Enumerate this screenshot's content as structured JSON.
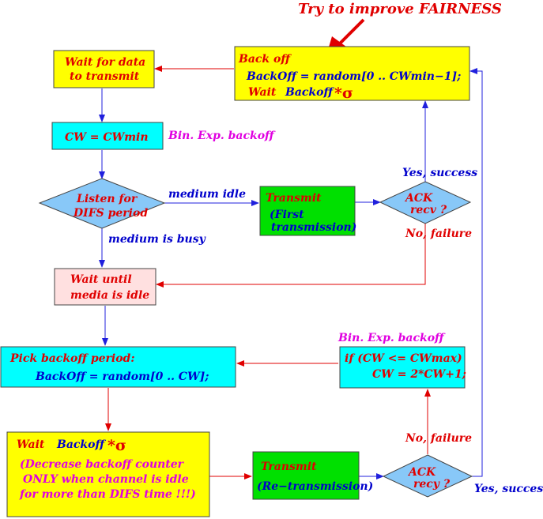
{
  "title": "Try to improve FAIRNESS",
  "nodes": {
    "backoff_top": {
      "line1": "Back off",
      "line2": "BackOff = random[0 .. CWmin−1];",
      "wait": "Wait",
      "backoff": "Backoff",
      "sigma": "*σ"
    },
    "wait_data": {
      "line1": "Wait for data",
      "line2": "to transmit"
    },
    "cw_min": {
      "label": "CW = CWmin"
    },
    "listen": {
      "line1": "Listen for",
      "line2": "DIFS period"
    },
    "transmit_first": {
      "line1": "Transmit",
      "line2": "(First",
      "line3": "transmission)"
    },
    "ack1": {
      "line1": "ACK",
      "line2": "recv ?"
    },
    "wait_idle": {
      "line1": "Wait until",
      "line2": "media is idle"
    },
    "pick_backoff": {
      "line1": "Pick backoff period:",
      "line2": "BackOff = random[0 .. CW];"
    },
    "cw_update": {
      "line1": "if (CW <= CWmax)",
      "line2": "CW = 2*CW+1;"
    },
    "wait_backoff": {
      "wait": "Wait",
      "backoff": "Backoff",
      "sigma": "*σ",
      "line2": "(Decrease backoff counter",
      "line3": "ONLY when channel is idle",
      "line4": "for more than DIFS time !!!)"
    },
    "transmit_re": {
      "line1": "Transmit",
      "line2": "(Re−transmission)"
    },
    "ack2": {
      "line1": "ACK",
      "line2": "recy ?"
    }
  },
  "edge_labels": {
    "bin_exp_1": "Bin. Exp. backoff",
    "medium_idle": "medium idle",
    "medium_busy": "medium is busy",
    "yes_success_1": "Yes, success",
    "no_failure_1": "No, failure",
    "bin_exp_2": "Bin. Exp. backoff",
    "no_failure_2": "No, failure",
    "yes_success_2": "Yes, success"
  },
  "colors": {
    "yellow": "#ffff00",
    "cyan": "#00ffff",
    "green": "#00e000",
    "pink": "#ffe0e0",
    "diamond": "#88c8f8",
    "red": "#e00000",
    "blue": "#0000cc",
    "magenta": "#e000e0"
  }
}
